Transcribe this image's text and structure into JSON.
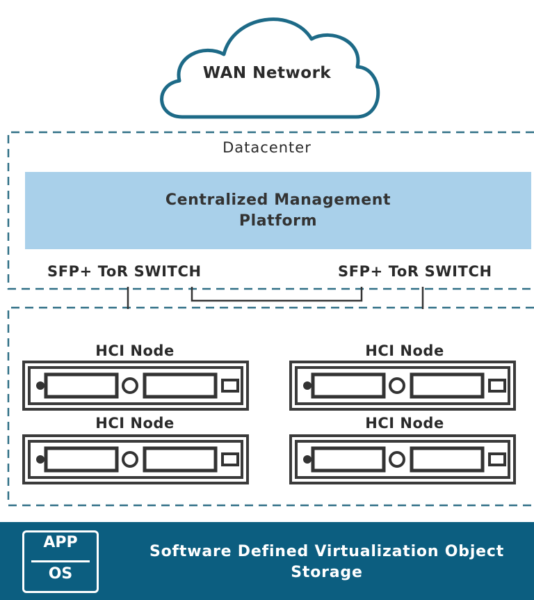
{
  "cloud": {
    "label": "WAN Network"
  },
  "datacenter": {
    "label": "Datacenter"
  },
  "management": {
    "line1": "Centralized Management",
    "line2": "Platform"
  },
  "switches": [
    {
      "label": "SFP+ ToR SWITCH"
    },
    {
      "label": "SFP+ ToR SWITCH"
    }
  ],
  "nodes": [
    {
      "label": "HCI Node"
    },
    {
      "label": "HCI Node"
    },
    {
      "label": "HCI Node"
    },
    {
      "label": "HCI Node"
    }
  ],
  "footer": {
    "badge_top": "APP",
    "badge_bottom": "OS",
    "line1": "Software Defined Virtualization Object",
    "line2": "Storage"
  },
  "colors": {
    "management_fill": "#a9d0ea",
    "footer_fill": "#0c5e80",
    "dashed_border": "#2f6f86",
    "server_stroke": "#3a3a3a"
  }
}
